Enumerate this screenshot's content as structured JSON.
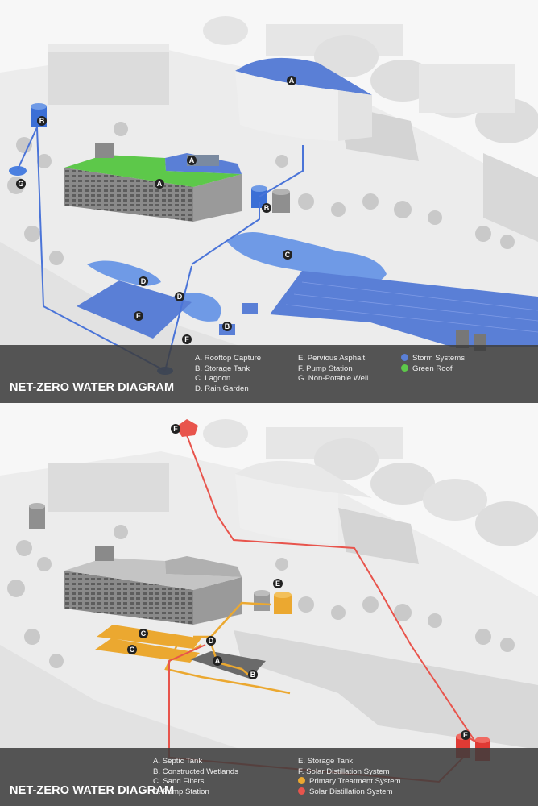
{
  "top_panel": {
    "title": "NET-ZERO WATER DIAGRAM",
    "legend_col1": [
      "A. Rooftop Capture",
      "B. Storage Tank",
      "C. Lagoon",
      "D. Rain Garden"
    ],
    "legend_col2": [
      "E. Pervious Asphalt",
      "F. Pump Station",
      "G. Non-Potable Well"
    ],
    "legend_systems": [
      {
        "label": "Storm Systems",
        "color": "#5a7fd6"
      },
      {
        "label": "Green Roof",
        "color": "#5dc84a"
      }
    ],
    "markers": [
      "A",
      "A",
      "A",
      "B",
      "B",
      "B",
      "C",
      "D",
      "D",
      "E",
      "F",
      "G"
    ]
  },
  "bottom_panel": {
    "title": "NET-ZERO WATER DIAGRAM",
    "legend_col1": [
      "A. Septic Tank",
      "B. Constructed Wetlands",
      "C. Sand Filters",
      "D. Pump Station"
    ],
    "legend_col2": [
      "E. Storage Tank",
      "F. Solar Distillation System"
    ],
    "legend_systems": [
      {
        "label": "Primary Treatment System",
        "color": "#eba830"
      },
      {
        "label": "Solar Distillation System",
        "color": "#e8544c"
      }
    ],
    "markers": [
      "F",
      "E",
      "C",
      "C",
      "D",
      "A",
      "B",
      "E"
    ]
  },
  "colors": {
    "storm": "#5a7fd6",
    "green_roof": "#5dc84a",
    "primary": "#eba830",
    "solar": "#e8544c",
    "band": "#3c3c3c"
  }
}
